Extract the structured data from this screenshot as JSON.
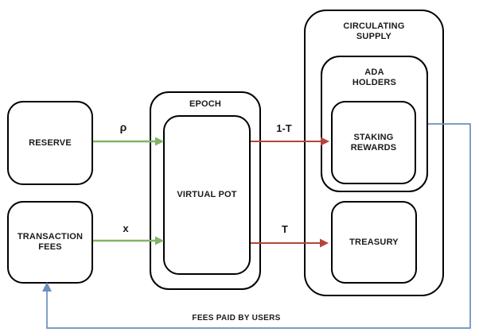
{
  "diagram": {
    "nodes": {
      "reserve": {
        "label": "RESERVE"
      },
      "transaction_fees": {
        "label": "TRANSACTION FEES"
      },
      "epoch": {
        "label": "EPOCH"
      },
      "virtual_pot": {
        "label": "VIRTUAL POT"
      },
      "circulating_supply": {
        "label": "CIRCULATING SUPPLY"
      },
      "ada_holders": {
        "label": "ADA HOLDERS"
      },
      "staking_rewards": {
        "label": "STAKING REWARDS"
      },
      "treasury": {
        "label": "TREASURY"
      }
    },
    "edges": {
      "reserve_to_pot": {
        "label": "ρ"
      },
      "fees_to_pot": {
        "label": "x"
      },
      "pot_to_staking": {
        "label": "1-T"
      },
      "pot_to_treasury": {
        "label": "T"
      },
      "supply_to_fees": {
        "label": "FEES PAID BY USERS"
      }
    },
    "colors": {
      "green": "#82b366",
      "red": "#b5443c",
      "blue": "#6c8ebf",
      "border": "#000000",
      "background": "#ffffff"
    }
  }
}
